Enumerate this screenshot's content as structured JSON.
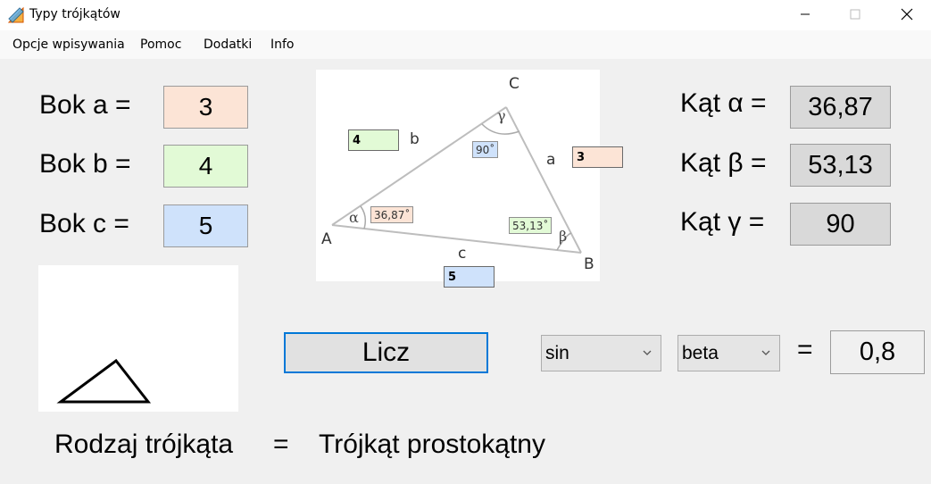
{
  "window": {
    "title": "Typy trójkątów",
    "icon": "triangle-ruler-icon"
  },
  "menu": {
    "items": [
      "Opcje wpisywania",
      "Pomoc",
      "Dodatki",
      "Info"
    ]
  },
  "sides": {
    "a": {
      "label": "Bok a =",
      "value": "3",
      "color": "#fce4d6"
    },
    "b": {
      "label": "Bok b =",
      "value": "4",
      "color": "#e2fad6"
    },
    "c": {
      "label": "Bok c =",
      "value": "5",
      "color": "#cfe2fb"
    }
  },
  "angles": {
    "alpha": {
      "label": "Kąt α =",
      "value": "36,87"
    },
    "beta": {
      "label": "Kąt β =",
      "value": "53,13"
    },
    "gamma": {
      "label": "Kąt γ =",
      "value": "90"
    }
  },
  "diagram": {
    "vertices": {
      "A": "A",
      "B": "B",
      "C": "C"
    },
    "side_letters": {
      "a": "a",
      "b": "b",
      "c": "c"
    },
    "greek": {
      "alpha": "α",
      "beta": "β",
      "gamma": "γ"
    },
    "side_values": {
      "a": "3",
      "b": "4",
      "c": "5"
    },
    "angle_values": {
      "alpha": "36,87˚",
      "beta": "53,13˚",
      "gamma": "90˚"
    }
  },
  "calc_button": {
    "label": "Licz"
  },
  "trig": {
    "function": "sin",
    "angle": "beta",
    "equals": "=",
    "result": "0,8"
  },
  "triangle_type": {
    "label": "Rodzaj trójkąta",
    "equals": "=",
    "value": "Trójkąt prostokątny"
  }
}
